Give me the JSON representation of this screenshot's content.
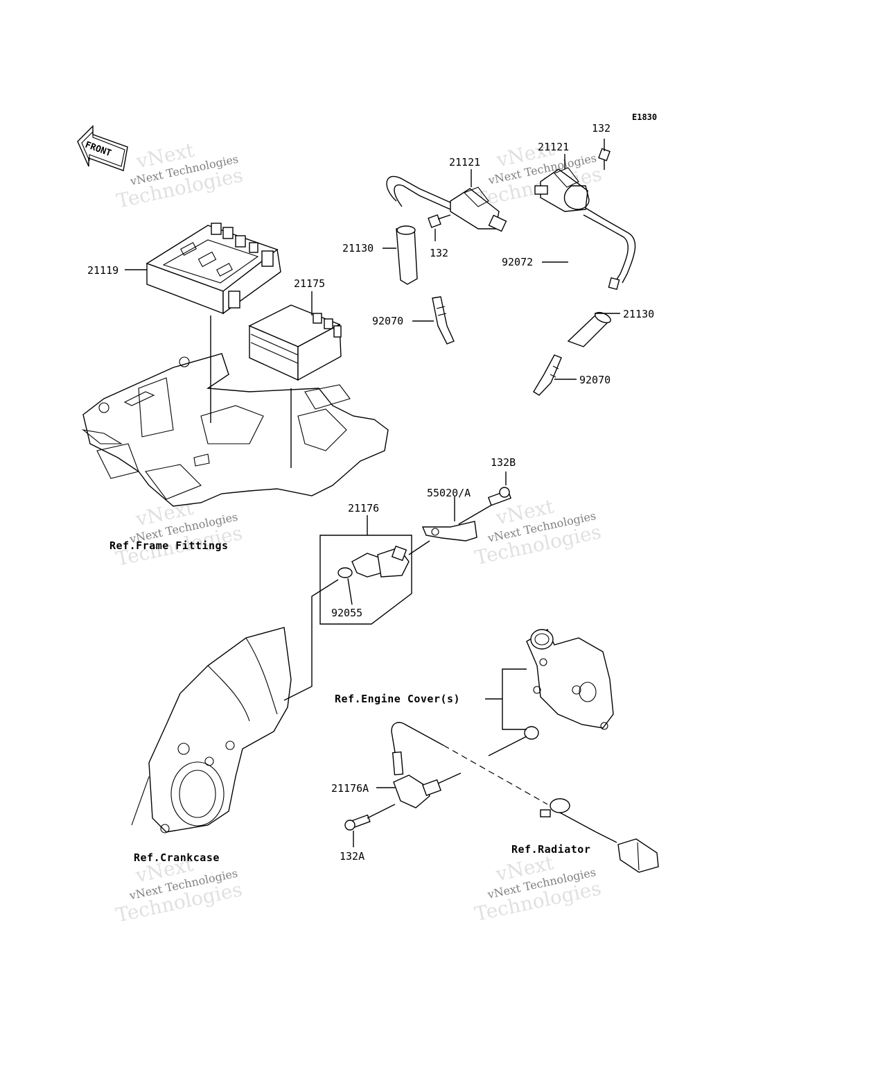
{
  "diagram_code": "E1830",
  "front_arrow_label": "FRONT",
  "part_labels": {
    "p_132_top": "132",
    "p_21121_right": "21121",
    "p_21121_left": "21121",
    "p_132_mid": "132",
    "p_21130_left": "21130",
    "p_92072": "92072",
    "p_21119": "21119",
    "p_21175": "21175",
    "p_92070_left": "92070",
    "p_21130_right": "21130",
    "p_92070_right": "92070",
    "p_132B": "132B",
    "p_55020A": "55020/A",
    "p_21176": "21176",
    "p_92055": "92055",
    "p_21176A": "21176A",
    "p_132A": "132A"
  },
  "reference_labels": {
    "frame_fittings": "Ref.Frame Fittings",
    "engine_covers": "Ref.Engine Cover(s)",
    "crankcase": "Ref.Crankcase",
    "radiator": "Ref.Radiator"
  },
  "watermark": {
    "line1": "vNext",
    "line2": "vNext Technologies",
    "line3": "Technologies"
  }
}
